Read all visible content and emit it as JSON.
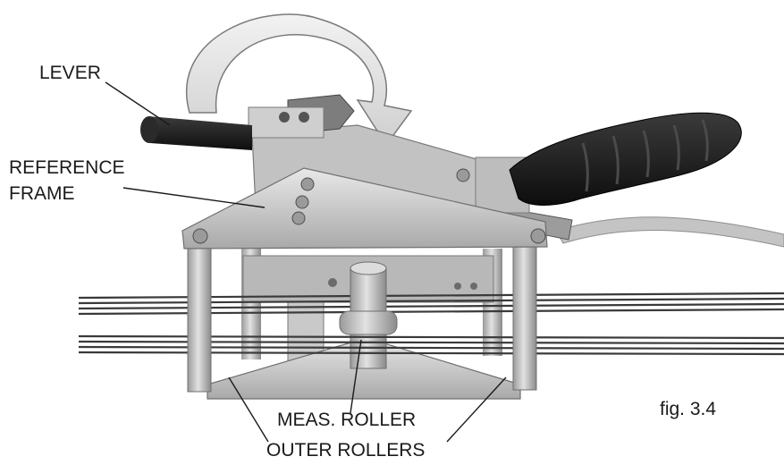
{
  "labels": {
    "lever": "LEVER",
    "reference_frame_line1": "REFERENCE",
    "reference_frame_line2": "FRAME",
    "meas_roller": "MEAS. ROLLER",
    "outer_rollers": "OUTER ROLLERS",
    "figure": "fig. 3.4"
  },
  "colors": {
    "aluminum_light": "#d9d9d9",
    "aluminum_mid": "#b3b3b3",
    "aluminum_dark": "#8c8c8c",
    "grip": "#1e1e1e",
    "rope": "#3a3a3a",
    "cable": "#bdbdbd",
    "arrow_fill": "#e6e6e6",
    "arrow_stroke": "#7a7a7a"
  },
  "icons": {
    "rotation_arrow": "curved-arrow-icon"
  }
}
